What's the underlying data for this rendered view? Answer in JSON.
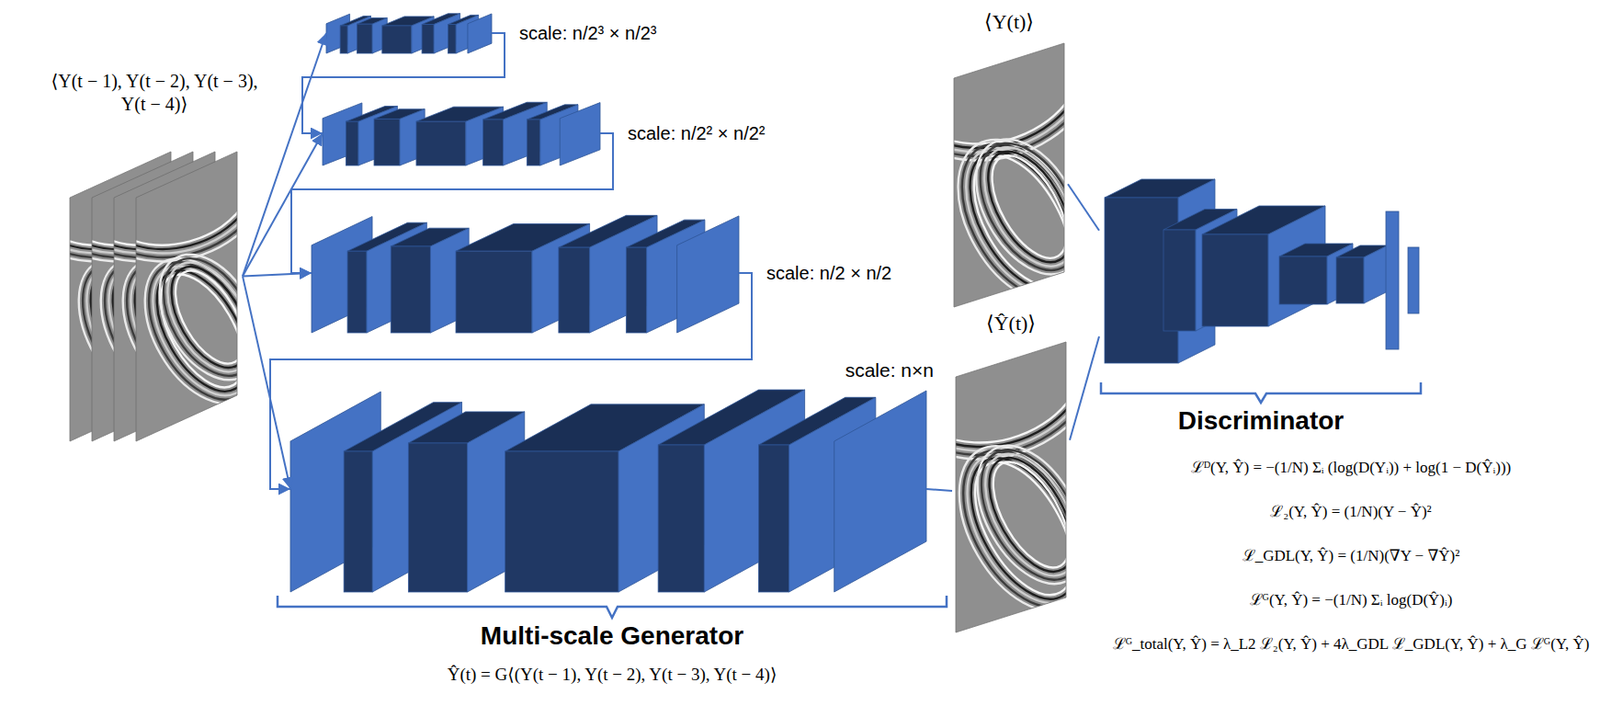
{
  "diagram": {
    "nodes": [
      {
        "text": [
          "⟨Y(t − 1), Y(t − 2), Y(t − 3), Y(t − 4)⟩"
        ]
      },
      {
        "text": [
          "scale: n/2³ × n/2³"
        ]
      },
      {
        "text": [
          "scale: n/2² × n/2²"
        ]
      },
      {
        "text": [
          "scale: n/2 × n/2"
        ]
      },
      {
        "text": [
          "scale: n×n"
        ]
      },
      {
        "text": [
          "⟨Y(t)⟩"
        ]
      },
      {
        "text": [
          "⟨Ŷ(t)⟩"
        ]
      },
      {
        "text": [
          "Discriminator"
        ]
      }
    ],
    "edges": [
      {
        "from": 0,
        "to": 1,
        "arrow": "to"
      },
      {
        "from": 0,
        "to": 2,
        "arrow": "to"
      },
      {
        "from": 0,
        "to": 3,
        "arrow": "to"
      },
      {
        "from": 0,
        "to": 4,
        "arrow": "to"
      },
      {
        "from": 1,
        "to": 2,
        "arrow": "to"
      },
      {
        "from": 2,
        "to": 3,
        "arrow": "to"
      },
      {
        "from": 3,
        "to": 4,
        "arrow": "to"
      },
      {
        "from": 4,
        "to": 6,
        "arrow": "none"
      },
      {
        "from": 5,
        "to": 7,
        "arrow": "none"
      },
      {
        "from": 6,
        "to": 7,
        "arrow": "none"
      }
    ],
    "labels": [
      "Multi-scale Generator",
      "Ŷ(t) = G⟨(Y(t − 1), Y(t − 2), Y(t − 3), Y(t − 4)⟩",
      "ℒᴰ(Y, Ŷ) = −(1/N) Σᵢ (log(D(Yᵢ)) + log(1 − D(Ŷᵢ)))",
      "ℒ₂(Y, Ŷ) = (1/N)(Y − Ŷ)²",
      "ℒ_GDL(Y, Ŷ) = (1/N)(∇Y − ∇Ŷ)²",
      "ℒᴳ(Y, Ŷ) = −(1/N) Σᵢ log(D(Ŷ)ᵢ)",
      "ℒᴳ_total(Y, Ŷ) = λ_L2 ℒ₂(Y, Ŷ) + 4λ_GDL ℒ_GDL(Y, Ŷ) + λ_G ℒᴳ(Y, Ŷ)"
    ]
  }
}
